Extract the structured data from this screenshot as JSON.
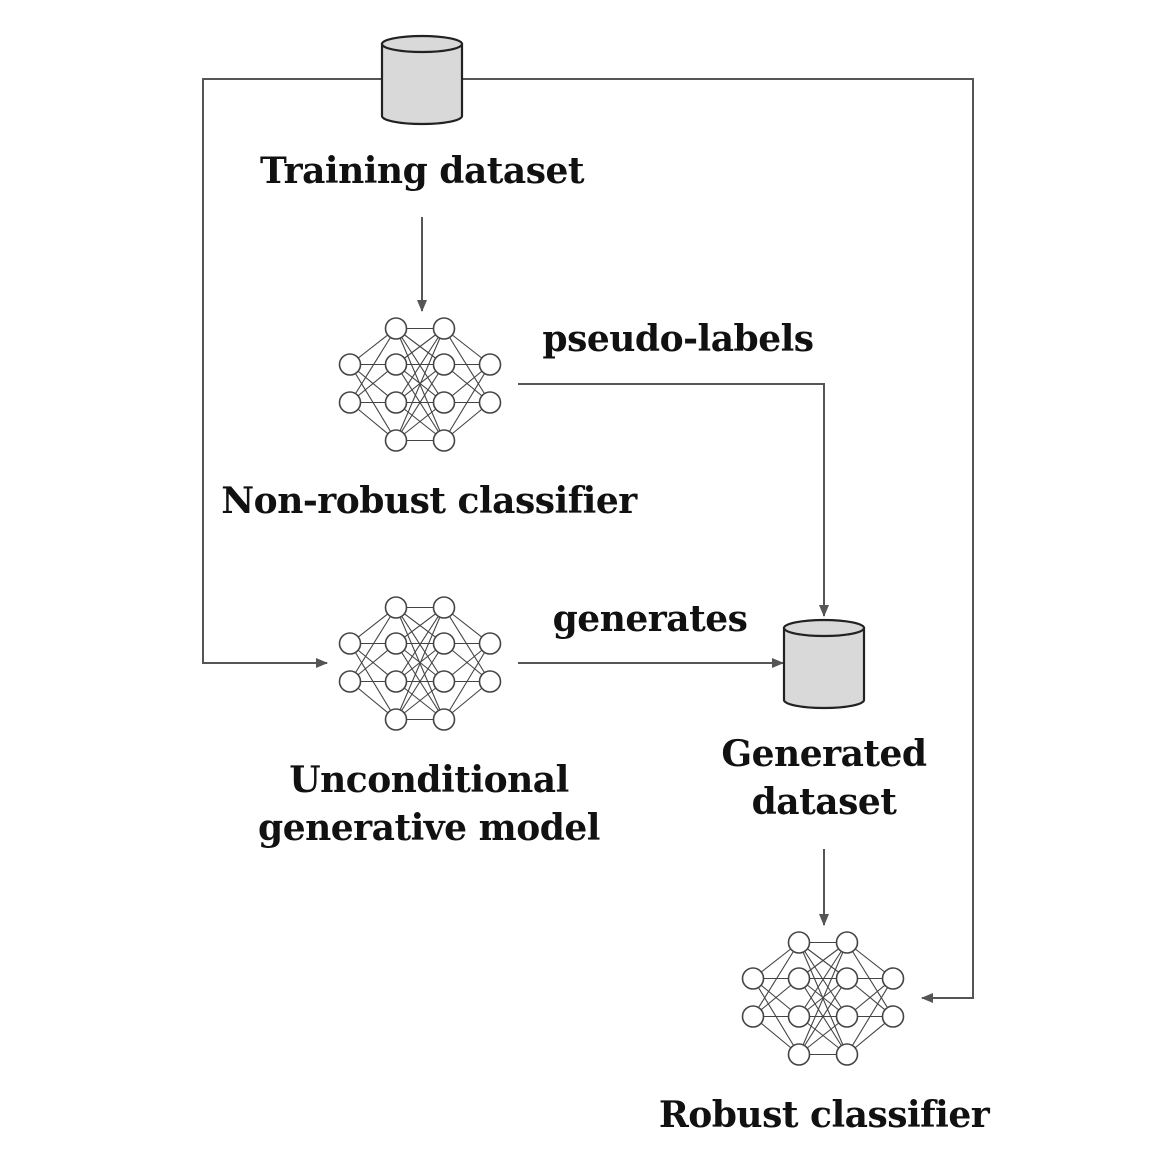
{
  "labels": {
    "training_dataset": "Training dataset",
    "pseudo_labels": "pseudo-labels",
    "non_robust_classifier": "Non-robust classifier",
    "generates": "generates",
    "generative_model_line1": "Unconditional",
    "generative_model_line2": "generative model",
    "generated_dataset_line1": "Generated",
    "generated_dataset_line2": "dataset",
    "robust_classifier": "Robust classifier"
  },
  "colors": {
    "line": "#555555",
    "cylinder_fill": "#d9d9d9",
    "cylinder_stroke": "#222222",
    "node_fill": "#ffffff",
    "node_stroke": "#444444",
    "text": "#111111"
  },
  "icons": {
    "dataset": "database-cylinder-icon",
    "model": "neural-network-icon"
  }
}
